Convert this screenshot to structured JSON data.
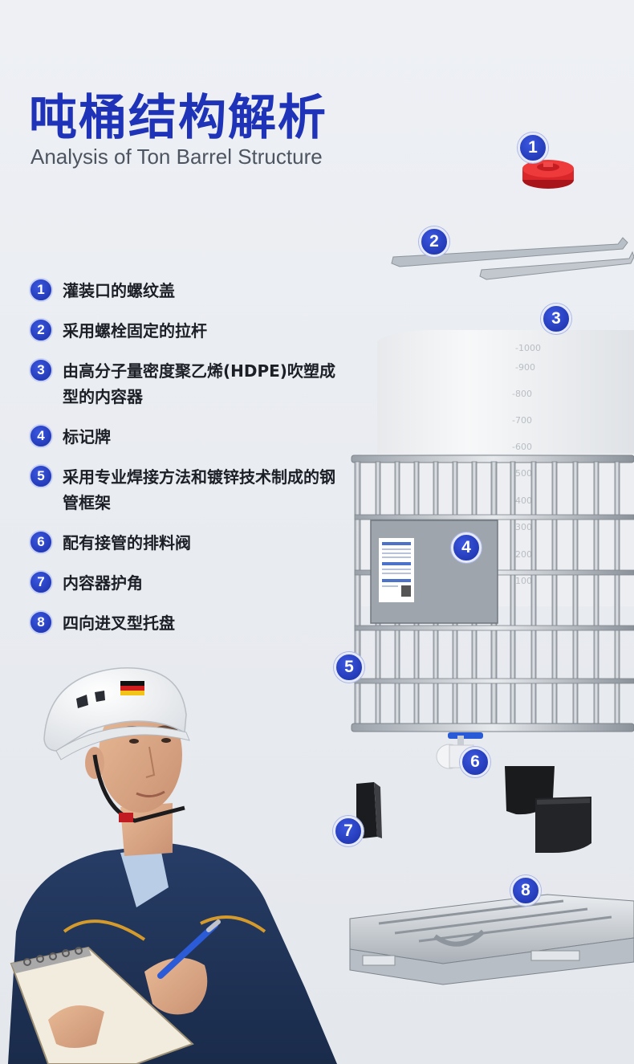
{
  "title": "吨桶结构解析",
  "subtitle": "Analysis of Ton Barrel Structure",
  "legend": [
    {
      "num": "1",
      "text": "灌装口的螺纹盖"
    },
    {
      "num": "2",
      "text": "采用螺栓固定的拉杆"
    },
    {
      "num": "3",
      "text": "由高分子量密度聚乙烯(HDPE)吹塑成型的内容器"
    },
    {
      "num": "4",
      "text": "标记牌"
    },
    {
      "num": "5",
      "text": "采用专业焊接方法和镀锌技术制成的钢管框架"
    },
    {
      "num": "6",
      "text": "配有接管的排料阀"
    },
    {
      "num": "7",
      "text": "内容器护角"
    },
    {
      "num": "8",
      "text": "四向进叉型托盘"
    }
  ],
  "markers": [
    "1",
    "2",
    "3",
    "4",
    "5",
    "6",
    "7",
    "8"
  ],
  "tank_scale": [
    "-1000",
    "-900",
    "-800",
    "-700",
    "-600",
    "-500",
    "-400",
    "-300",
    "-200",
    "-100"
  ],
  "colors": {
    "brand_blue": "#1f33b8",
    "cap_red": "#d8262a",
    "valve_blue": "#2a5bd7"
  }
}
